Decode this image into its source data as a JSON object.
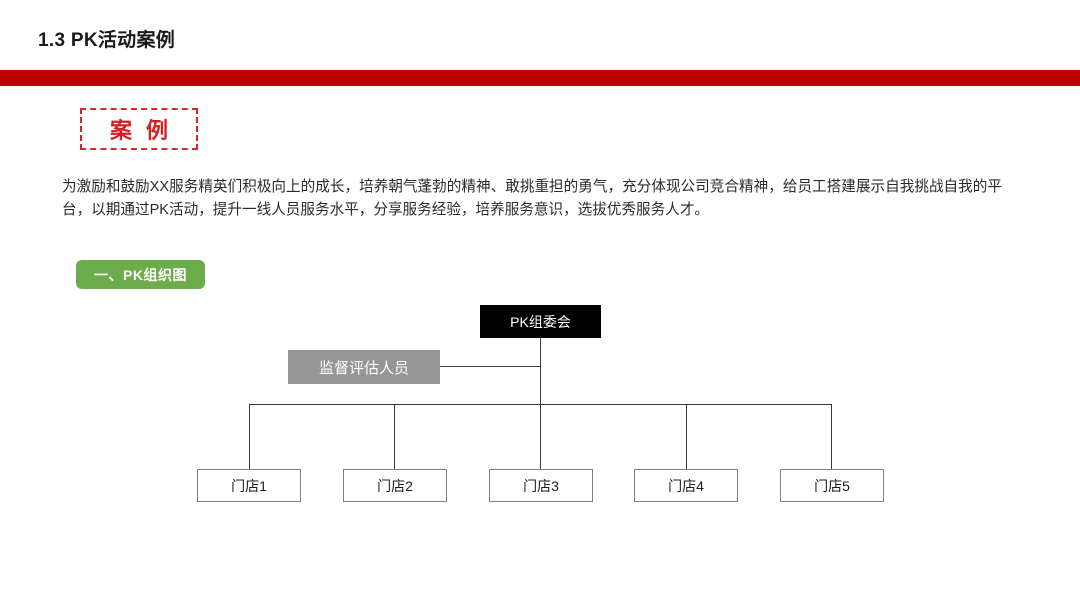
{
  "slide": {
    "title": "1.3 PK活动案例",
    "accent_red": "#bd0000",
    "accent_green": "#6cac4a",
    "badge_red": "#d42020"
  },
  "case_badge": {
    "label": "案 例"
  },
  "intro": {
    "paragraph": "为激励和鼓励XX服务精英们积极向上的成长，培养朝气蓬勃的精神、敢挑重担的勇气，充分体现公司竞合精神，给员工搭建展示自我挑战自我的平台，以期通过PK活动，提升一线人员服务水平，分享服务经验，培养服务意识，选拔优秀服务人才。"
  },
  "section": {
    "label": "一、PK组织图"
  },
  "org_chart": {
    "root": {
      "label": "PK组委会",
      "fill": "#000000",
      "text_color": "#ffffff"
    },
    "supervisor": {
      "label": "监督评估人员",
      "fill": "#969696",
      "text_color": "#ffffff"
    },
    "stores": [
      {
        "label": "门店1"
      },
      {
        "label": "门店2"
      },
      {
        "label": "门店3"
      },
      {
        "label": "门店4"
      },
      {
        "label": "门店5"
      }
    ]
  }
}
